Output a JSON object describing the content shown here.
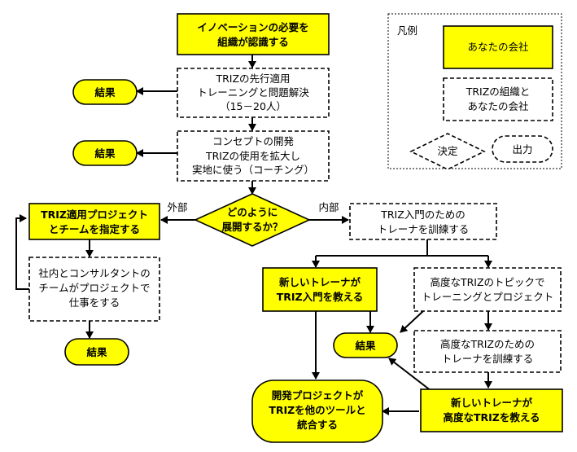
{
  "nodes": {
    "need": [
      "イノベーションの必要を",
      "組織が認識する"
    ],
    "pilot": [
      "TRIZの先行適用",
      "トレーニングと問題解決",
      "（15－20人）"
    ],
    "concept": [
      "コンセプトの開発",
      "TRIZの使用を拡大し",
      "実地に使う（コーチング）"
    ],
    "decision": [
      "どのように",
      "展開するか？"
    ],
    "external_label": "外部",
    "internal_label": "内部",
    "define": [
      "TRIZ適用プロジェクト",
      "とチームを指定する"
    ],
    "joint": [
      "社内とコンサルタントの",
      "チームがプロジェクトで",
      "仕事をする"
    ],
    "train_intro": [
      "TRIZ入門のための",
      "トレーナを訓練する"
    ],
    "new_trainer_intro": [
      "新しいトレーナが",
      "TRIZ入門を教える"
    ],
    "advanced_topics": [
      "高度なTRIZのトピックで",
      "トレーニングとプロジェクト"
    ],
    "train_advanced": [
      "高度なTRIZのための",
      "トレーナを訓練する"
    ],
    "new_trainer_advanced": [
      "新しいトレーナが",
      "高度なTRIZを教える"
    ],
    "integrate": [
      "開発プロジェクトが",
      "TRIZを他のツールと",
      "統合する"
    ],
    "result": "結果"
  },
  "legend": {
    "title": "凡例",
    "company": "あなたの会社",
    "triz_org": [
      "TRIZの組織と",
      "あなたの会社"
    ],
    "decision": "決定",
    "output": "出力"
  },
  "colors": {
    "highlight": "#ffff00",
    "stroke": "#000000"
  }
}
